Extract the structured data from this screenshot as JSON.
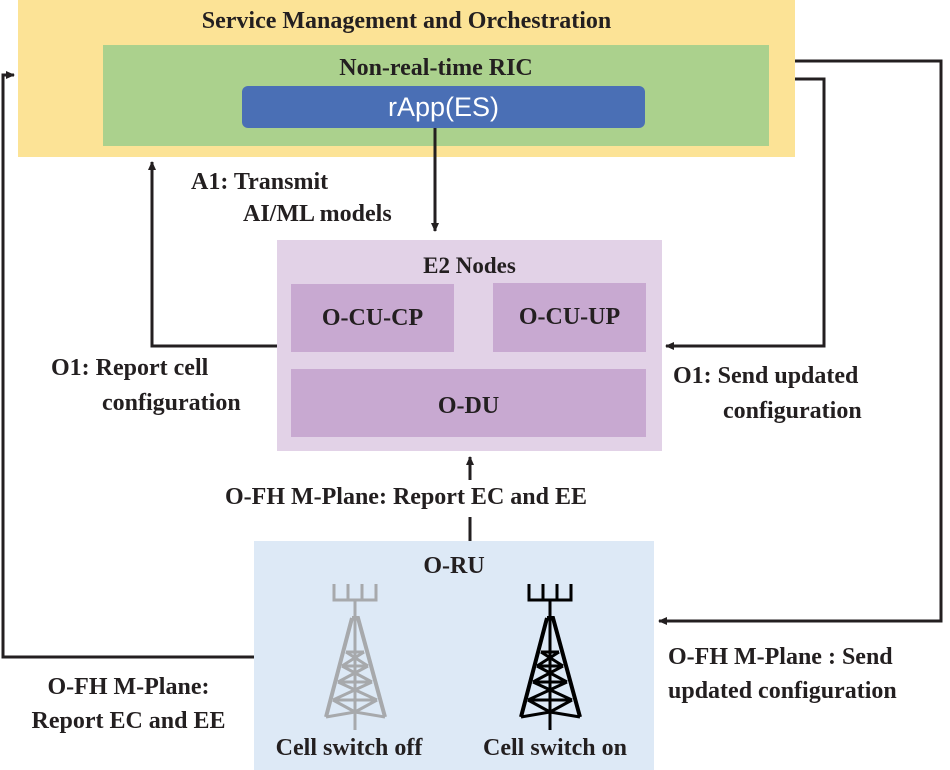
{
  "smo": {
    "title": "Service Management and Orchestration"
  },
  "ric": {
    "title": "Non-real-time RIC",
    "rapp": "rApp(ES)"
  },
  "e2_nodes": {
    "title": "E2 Nodes",
    "components": [
      "O-CU-CP",
      "O-CU-UP",
      "O-DU"
    ]
  },
  "oru": {
    "title": "O-RU",
    "cells": [
      {
        "label": "Cell switch off",
        "state": "off",
        "icon": "cell-tower-icon",
        "color": "#a7a9ac"
      },
      {
        "label": "Cell switch on",
        "state": "on",
        "icon": "cell-tower-icon",
        "color": "#000000"
      }
    ]
  },
  "links": {
    "a1": [
      "A1: Transmit",
      "AI/ML models"
    ],
    "o1_report": [
      "O1: Report cell",
      "configuration"
    ],
    "o1_send": [
      "O1: Send updated",
      "configuration"
    ],
    "ofh_report_center": "O-FH M-Plane: Report EC and EE",
    "ofh_report_left": [
      "O-FH M-Plane:",
      "Report EC and EE"
    ],
    "ofh_send": [
      "O-FH M-Plane : Send",
      "updated configuration"
    ]
  },
  "colors": {
    "smo": "#fce396",
    "ric": "#abd18d",
    "rapp": "#4a6fb5",
    "e2_outer": "#e2d2e7",
    "e2_inner": "#c8a9d1",
    "oru": "#dde9f6",
    "arrow": "#231f20"
  }
}
